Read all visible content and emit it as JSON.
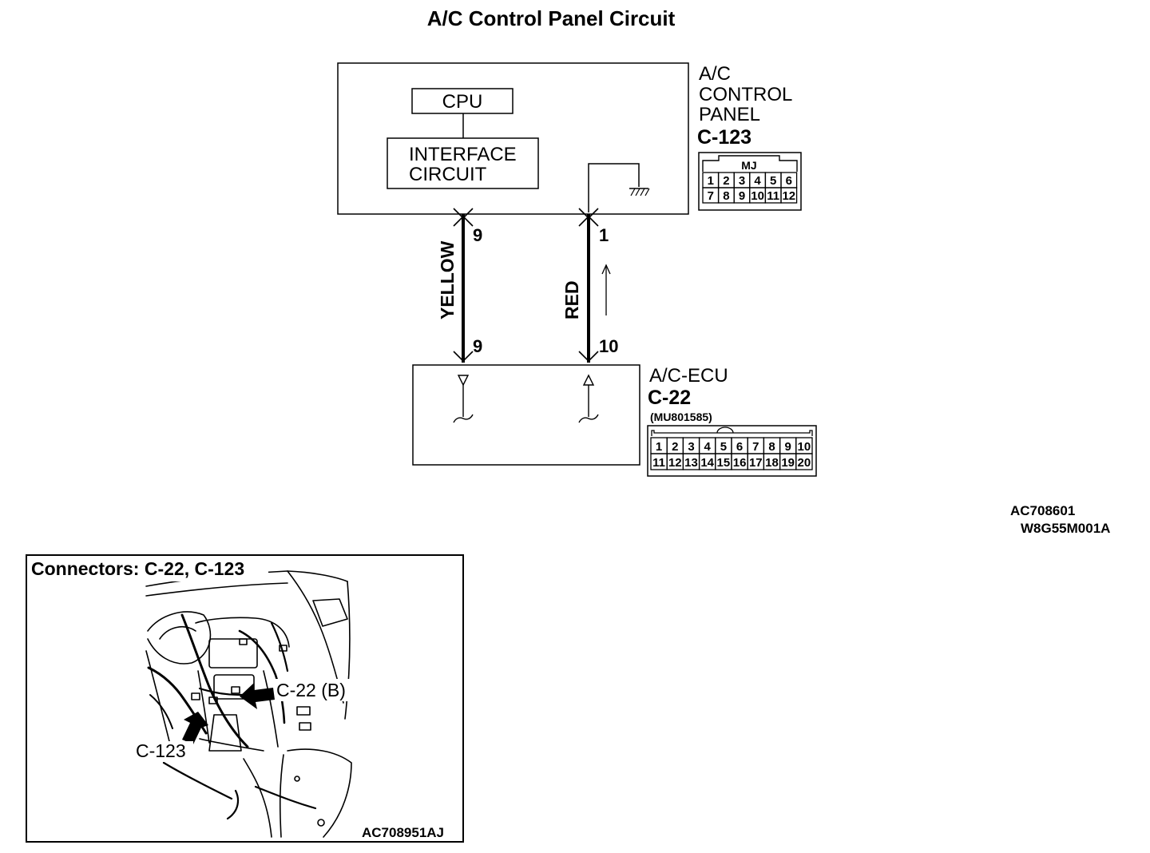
{
  "title": "A/C Control Panel Circuit",
  "control_panel": {
    "name_lines": [
      "A/C",
      "CONTROL",
      "PANEL"
    ],
    "connector": "C-123",
    "connector_tag": "MJ",
    "pins_row1": [
      "1",
      "2",
      "3",
      "4",
      "5",
      "6"
    ],
    "pins_row2": [
      "7",
      "8",
      "9",
      "10",
      "11",
      "12"
    ],
    "cpu_label": "CPU",
    "interface_lines": [
      "INTERFACE",
      "CIRCUIT"
    ]
  },
  "ecu": {
    "name": "A/C-ECU",
    "connector": "C-22",
    "part_number": "(MU801585)",
    "pins_row1": [
      "1",
      "2",
      "3",
      "4",
      "5",
      "6",
      "7",
      "8",
      "9",
      "10"
    ],
    "pins_row2": [
      "11",
      "12",
      "13",
      "14",
      "15",
      "16",
      "17",
      "18",
      "19",
      "20"
    ]
  },
  "wires": [
    {
      "color": "YELLOW",
      "pin_top": "9",
      "pin_bottom": "9"
    },
    {
      "color": "RED",
      "pin_top": "1",
      "pin_bottom": "10"
    }
  ],
  "codes": [
    "AC708601",
    "W8G55M001A"
  ],
  "connectors_view": {
    "title": "Connectors: C-22, C-123",
    "callout_c22": "C-22 (B)",
    "callout_c123": "C-123",
    "code": "AC708951AJ"
  }
}
